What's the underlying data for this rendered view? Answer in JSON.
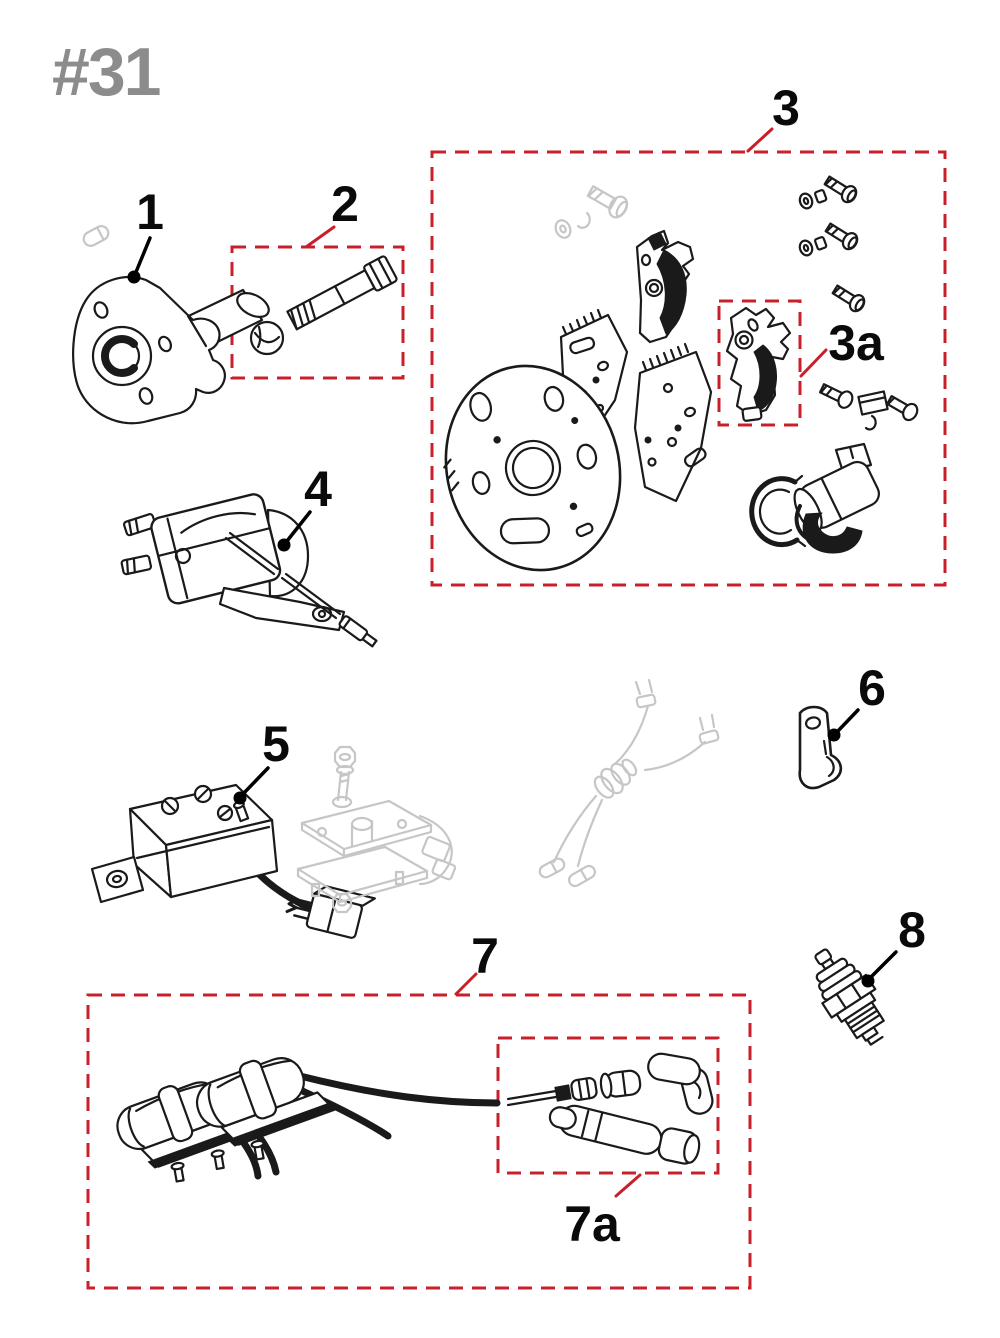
{
  "title": "#31",
  "colors": {
    "box_red": "#c8202a",
    "ink": "#1a1a1a",
    "ghost": "#c6c6c6",
    "title_gray": "#8c8c8c",
    "label_black": "#0a0a0a",
    "page_bg": "#ffffff"
  },
  "callouts": {
    "p1": {
      "label": "1",
      "part": "drive-flange-with-shaft"
    },
    "p2": {
      "label": "2",
      "part": "bolt-and-screw-kit"
    },
    "p3": {
      "label": "3",
      "part": "breaker-plate-assembly-kit"
    },
    "p3a": {
      "label": "3a",
      "part": "contact-breaker-points"
    },
    "p4": {
      "label": "4",
      "part": "condenser-coil-unit"
    },
    "p5": {
      "label": "5",
      "part": "cdi-module-with-connector"
    },
    "p6": {
      "label": "6",
      "part": "mounting-bracket"
    },
    "p7": {
      "label": "7",
      "part": "ignition-coil-and-lead-kit"
    },
    "p7a": {
      "label": "7a",
      "part": "spark-plug-caps-and-boots"
    },
    "p8": {
      "label": "8",
      "part": "spark-plug"
    }
  }
}
